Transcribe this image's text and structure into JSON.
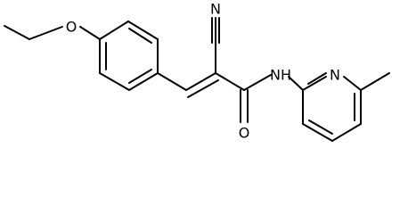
{
  "molecule": {
    "atoms": {
      "ether_oxygen": "O",
      "nitrile_nitrogen": "N",
      "amide_nitrogen": "N",
      "amide_hydrogen": "H",
      "carbonyl_oxygen": "O",
      "pyridine_nitrogen": "N"
    }
  },
  "colors": {
    "bond": "#000000",
    "label": "#000000",
    "background": "#ffffff"
  }
}
